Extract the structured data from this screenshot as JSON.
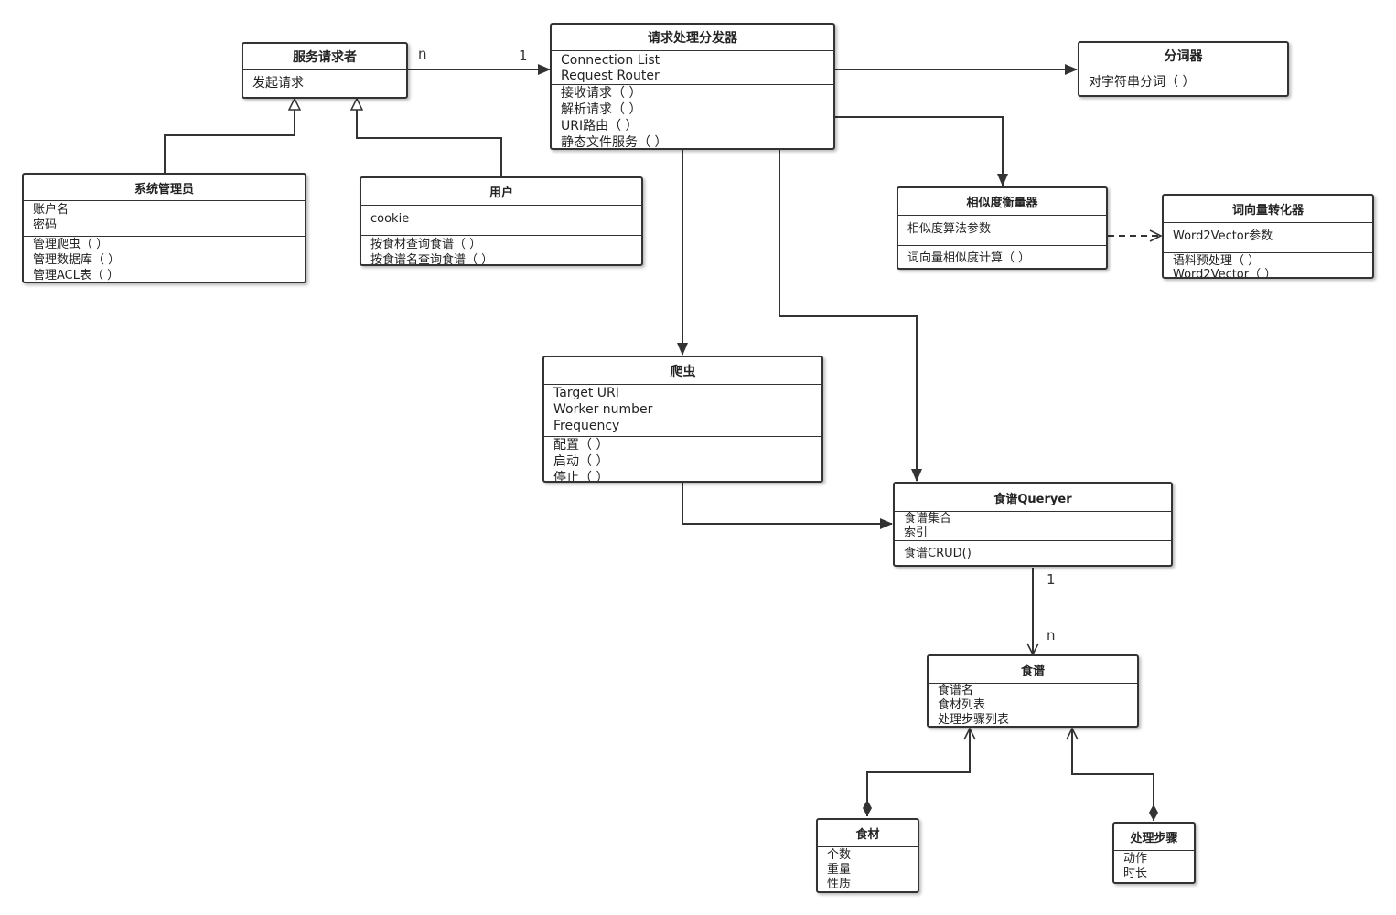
{
  "diagram": {
    "service_requester": {
      "title": "服务请求者",
      "attributes": [],
      "methods": [
        "发起请求"
      ]
    },
    "dispatcher": {
      "title": "请求处理分发器",
      "attributes": [
        "Connection List",
        "Request Router"
      ],
      "methods": [
        "接收请求（ ）",
        "解析请求（ ）",
        "URI路由（ ）",
        "静态文件服务（ ）"
      ]
    },
    "tokenizer": {
      "title": "分词器",
      "attributes": [],
      "methods": [
        "对字符串分词（ ）"
      ]
    },
    "admin": {
      "title": "系统管理员",
      "attributes": [
        "账户名",
        "密码"
      ],
      "methods": [
        "管理爬虫（ ）",
        "管理数据库（ ）",
        "管理ACL表（ ）"
      ]
    },
    "user": {
      "title": "用户",
      "attributes": [
        "cookie"
      ],
      "methods": [
        "按食材查询食谱（ ）",
        "按食谱名查询食谱（ ）"
      ]
    },
    "similarity": {
      "title": "相似度衡量器",
      "attributes": [
        "相似度算法参数"
      ],
      "methods": [
        "词向量相似度计算（ ）"
      ]
    },
    "word2vec": {
      "title": "词向量转化器",
      "attributes": [
        "Word2Vector参数"
      ],
      "methods": [
        "语料预处理（ ）",
        "Word2Vector（ ）"
      ]
    },
    "crawler": {
      "title": "爬虫",
      "attributes": [
        "Target URI",
        "Worker number",
        "Frequency"
      ],
      "methods": [
        "配置（ ）",
        "启动（ ）",
        "停止（ ）"
      ]
    },
    "recipe_queryer": {
      "title": "食谱Queryer",
      "attributes": [
        "食谱集合",
        "索引"
      ],
      "methods": [
        "食谱CRUD()"
      ]
    },
    "recipe": {
      "title": "食谱",
      "attributes": [
        "食谱名",
        "食材列表",
        "处理步骤列表"
      ]
    },
    "ingredient": {
      "title": "食材",
      "attributes": [
        "个数",
        "重量",
        "性质"
      ]
    },
    "step": {
      "title": "处理步骤",
      "attributes": [
        "动作",
        "时长"
      ]
    }
  },
  "multiplicity": {
    "requester_n": "n",
    "dispatcher_1": "1",
    "queryer_1": "1",
    "recipe_n": "n"
  }
}
